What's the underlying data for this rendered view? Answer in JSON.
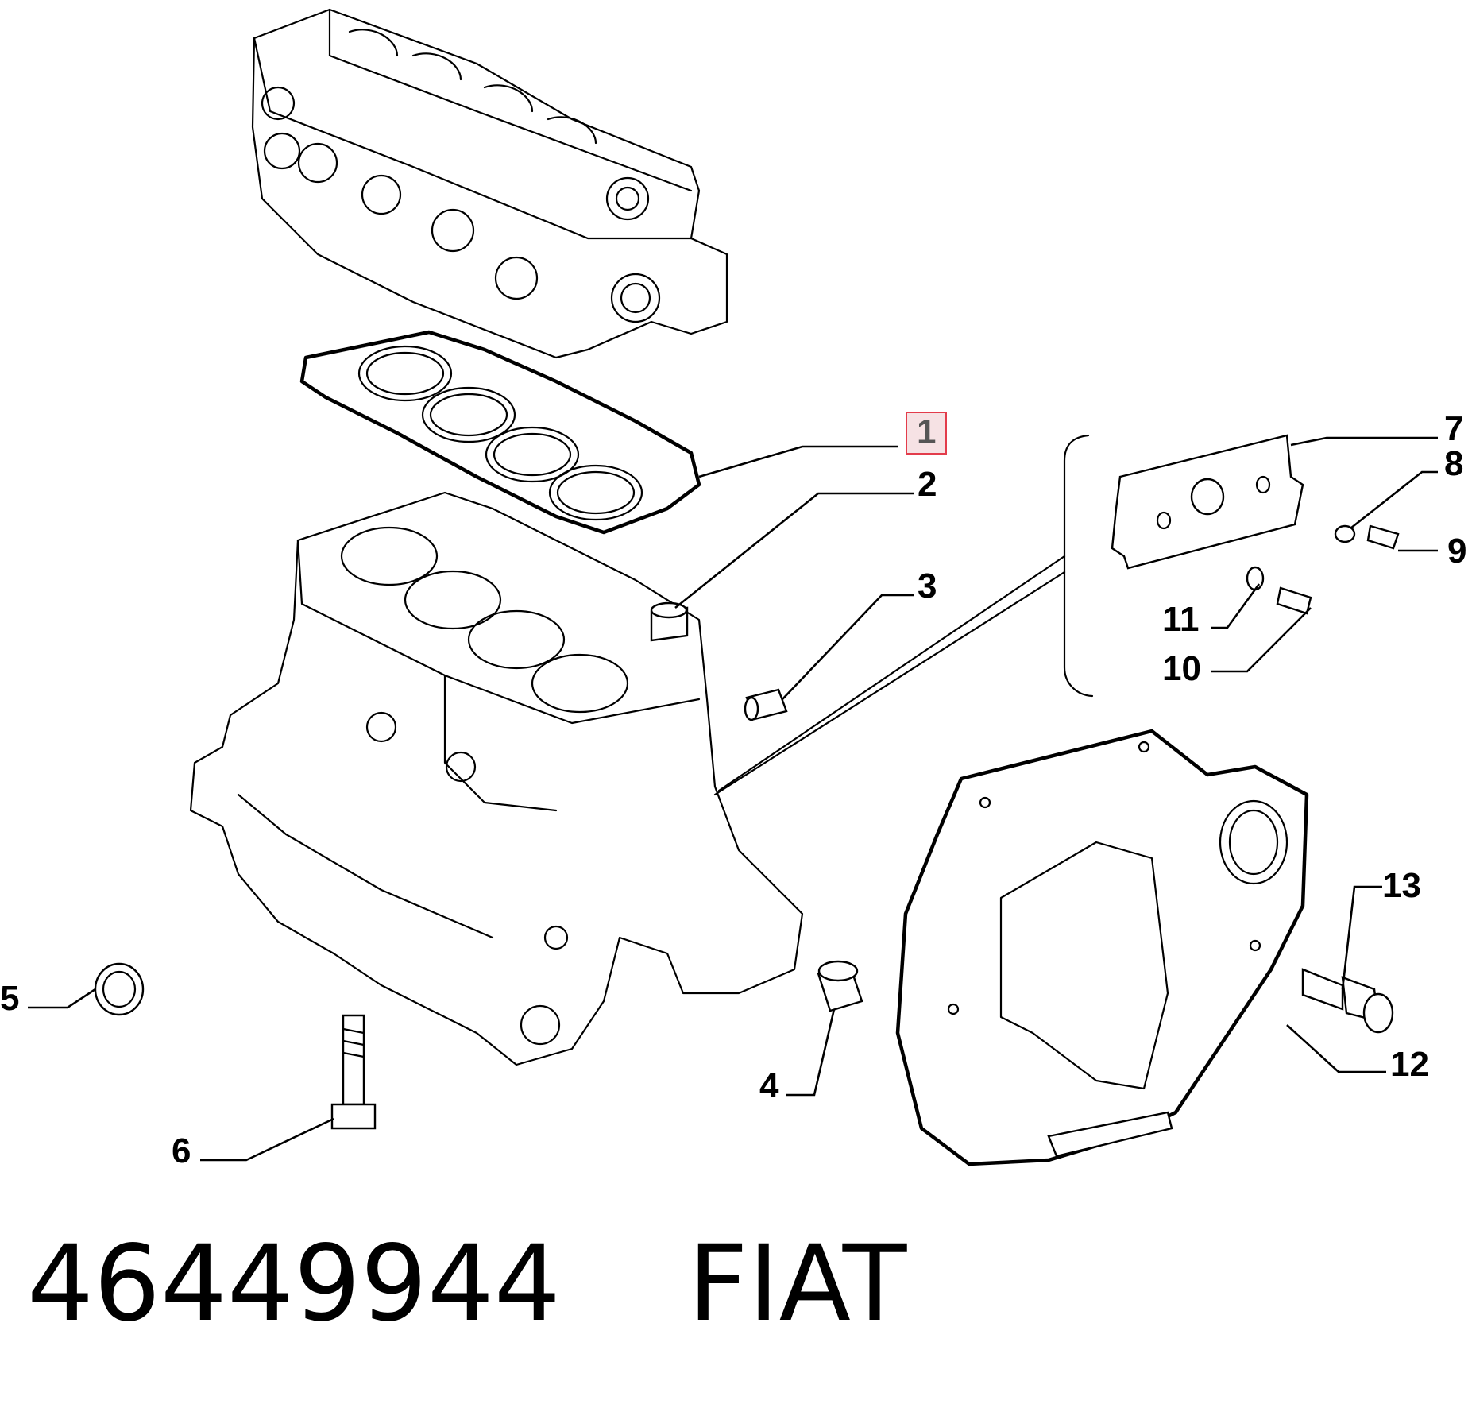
{
  "diagram": {
    "callouts": [
      {
        "id": "1",
        "label": "1",
        "highlighted": true
      },
      {
        "id": "2",
        "label": "2"
      },
      {
        "id": "3",
        "label": "3"
      },
      {
        "id": "4",
        "label": "4"
      },
      {
        "id": "5",
        "label": "5"
      },
      {
        "id": "6",
        "label": "6"
      },
      {
        "id": "7",
        "label": "7"
      },
      {
        "id": "8",
        "label": "8"
      },
      {
        "id": "9",
        "label": "9"
      },
      {
        "id": "10",
        "label": "10"
      },
      {
        "id": "11",
        "label": "11"
      },
      {
        "id": "12",
        "label": "12"
      },
      {
        "id": "13",
        "label": "13"
      }
    ],
    "highlight_color": "#e33c4b",
    "highlight_fill": "#f6e2e4"
  },
  "footer": {
    "part_number": "46449944",
    "brand": "FIAT"
  }
}
